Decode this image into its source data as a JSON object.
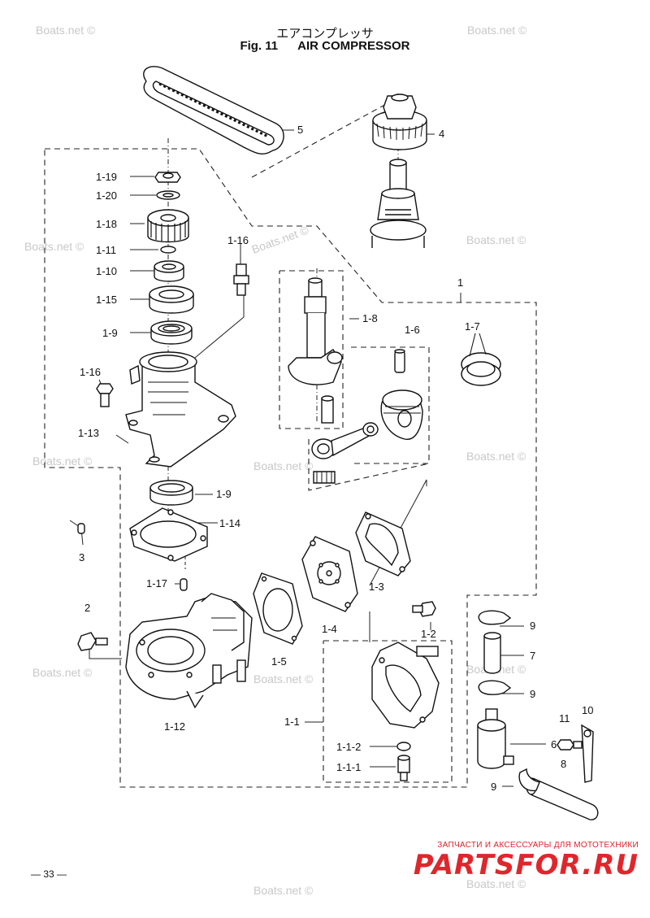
{
  "header": {
    "title_jp": "エアコンプレッサ",
    "fig_label": "Fig. 11",
    "title_en": "AIR COMPRESSOR"
  },
  "watermark": "Boats.net ©",
  "footer": {
    "page_number": "— 33 —",
    "store_tagline": "ЗАПЧАСТИ И АКСЕССУАРЫ ДЛЯ МОТОТЕХНИКИ",
    "store_logo": "PARTSFOR.RU"
  },
  "callouts": {
    "c5": "5",
    "c4": "4",
    "c1_19": "1-19",
    "c1_20": "1-20",
    "c1_18": "1-18",
    "c1_11": "1-11",
    "c1_10": "1-10",
    "c1_15": "1-15",
    "c1_9a": "1-9",
    "c1_16a": "1-16",
    "c1_16b": "1-16",
    "c1_13": "1-13",
    "c1_9b": "1-9",
    "c1_14": "1-14",
    "c3": "3",
    "c1_17": "1-17",
    "c2": "2",
    "c1_12": "1-12",
    "c1": "1",
    "c1_8": "1-8",
    "c1_6": "1-6",
    "c1_7": "1-7",
    "c1_3": "1-3",
    "c1_4": "1-4",
    "c1_5": "1-5",
    "c1_2": "1-2",
    "c1_1": "1-1",
    "c1_1_2": "1-1-2",
    "c1_1_1": "1-1-1",
    "c9a": "9",
    "c7": "7",
    "c9b": "9",
    "c11": "11",
    "c10": "10",
    "c6": "6",
    "c8": "8",
    "c9c": "9"
  }
}
